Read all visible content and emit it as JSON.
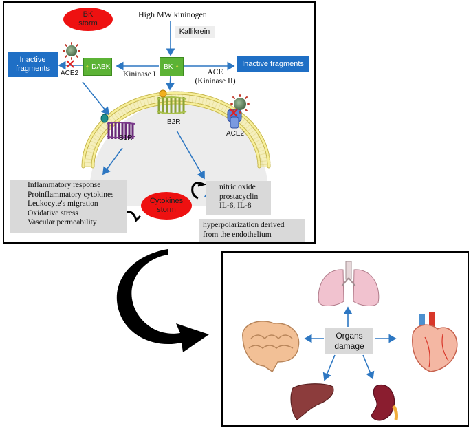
{
  "top": {
    "bk_storm": "BK\nstorm",
    "kininogen": "High MW kininogen",
    "kallikrein": "Kallikrein",
    "dabk": "DABK",
    "bk": "BK",
    "kinase1": "Kininase I",
    "ace": "ACE",
    "ace_sub": "(Kininase II)",
    "inactive_left": "Inactive\nfragments",
    "inactive_right": "Inactive fragments",
    "ace2_left": "ACE2",
    "ace2_right": "ACE2",
    "b1r": "B1R",
    "b2r": "B2R",
    "left_effects": [
      "Inflammatory response",
      "Proinflammatory cytokines",
      "Leukocyte's migration",
      "Oxidative stress",
      "Vascular permeability"
    ],
    "right_effects": [
      "nitric oxide",
      "prostacyclin",
      "IL-6, IL-8"
    ],
    "hyperpolarization": [
      "hyperpolarization derived",
      "from the endothelium"
    ],
    "cytokines_storm": "Cytokines\nstorm"
  },
  "bottom": {
    "organs_damage": "Organs\ndamage"
  },
  "colors": {
    "blue": "#1f6fc5",
    "green": "#5cb335",
    "red": "#ee1111",
    "gray_box": "#d9d9d9",
    "membrane": "#f2e86e"
  }
}
